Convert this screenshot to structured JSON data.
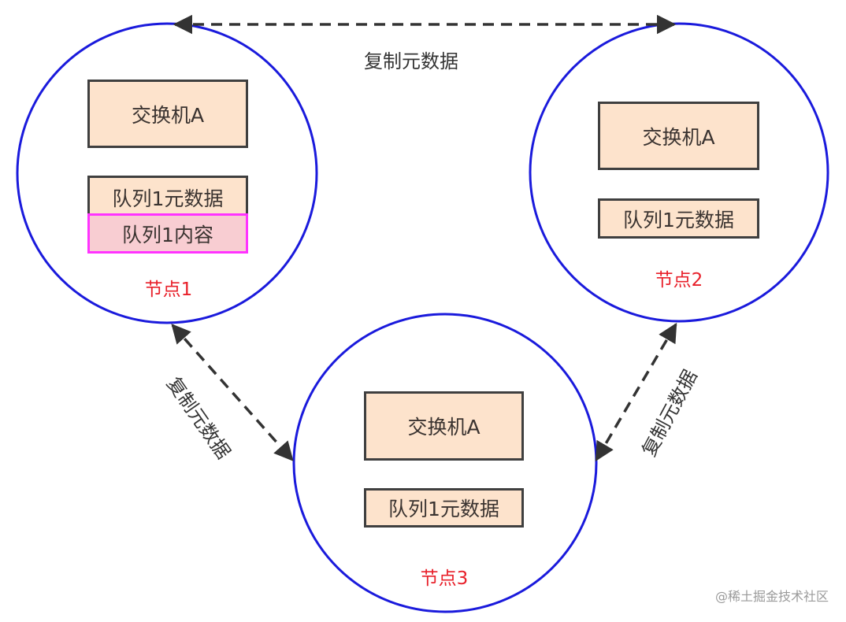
{
  "colors": {
    "circle_stroke": "#1a1adc",
    "box_fill": "#fde3cc",
    "box_border": "#3f3f3f",
    "content_fill": "#f8cdd2",
    "content_border": "#ff33ff",
    "node_label": "#e8202a",
    "arrow": "#333333"
  },
  "nodes": [
    {
      "label": "节点1",
      "exchange": "交换机A",
      "queue_metadata": "队列1元数据",
      "queue_content": "队列1内容"
    },
    {
      "label": "节点2",
      "exchange": "交换机A",
      "queue_metadata": "队列1元数据"
    },
    {
      "label": "节点3",
      "exchange": "交换机A",
      "queue_metadata": "队列1元数据"
    }
  ],
  "edges": [
    {
      "from": "节点1",
      "to": "节点2",
      "label": "复制元数据",
      "style": "dashed-bidirectional"
    },
    {
      "from": "节点1",
      "to": "节点3",
      "label": "复制元数据",
      "style": "dashed-bidirectional"
    },
    {
      "from": "节点2",
      "to": "节点3",
      "label": "复制元数据",
      "style": "dashed-bidirectional"
    }
  ],
  "watermark": "@稀土掘金技术社区"
}
